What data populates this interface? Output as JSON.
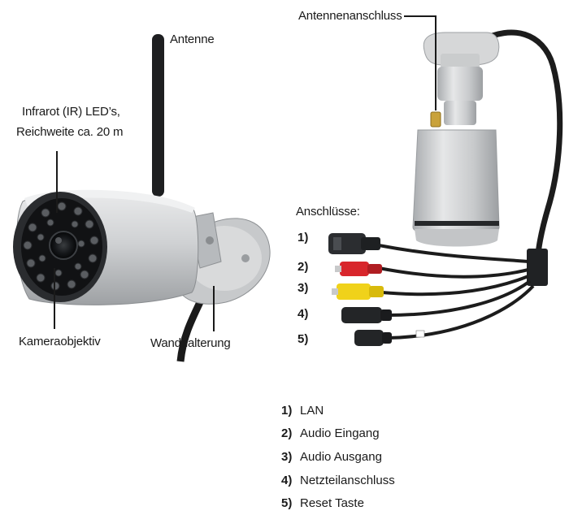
{
  "labels": {
    "antenne": "Antenne",
    "ir_line1": "Infrarot (IR) LED’s,",
    "ir_line2": "Reichweite ca. 20 m",
    "objektiv": "Kameraobjektiv",
    "wandhalterung": "Wandhalterung",
    "antennenanschluss": "Antennenanschluss",
    "anschluesse": "Anschlüsse:"
  },
  "connector_numbers": [
    "1)",
    "2)",
    "3)",
    "4)",
    "5)"
  ],
  "legend": [
    {
      "num": "1)",
      "text": "LAN"
    },
    {
      "num": "2)",
      "text": "Audio Eingang"
    },
    {
      "num": "3)",
      "text": "Audio Ausgang"
    },
    {
      "num": "4)",
      "text": "Netzteilanschluss"
    },
    {
      "num": "5)",
      "text": "Reset Taste"
    }
  ],
  "colors": {
    "housing": "#c9ccce",
    "cable": "#1c1c1c",
    "audio_in": "#d8262c",
    "audio_out": "#f0d21a"
  }
}
